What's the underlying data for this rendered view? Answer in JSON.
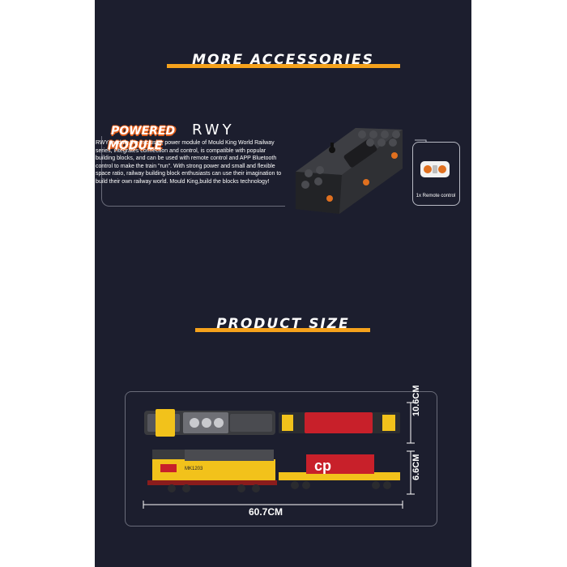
{
  "section1": {
    "heading": "MORE ACCESSORIES"
  },
  "badge": {
    "line1": "POWERED",
    "line2": "MODULE",
    "brand": "RWY"
  },
  "description": "RWY module,the exclusive power module of Mould King World Railway series, integrates connection and control, is compatible with popular building blocks, and can be used with remote control and APP Bluetooth control to make the train \"run\". With strong power and small and flexible space ratio, railway building block enthusiasts can use their imagination to build their own railway world. Mould King,build the blocks technology!",
  "remote": {
    "label": "1x Remote control"
  },
  "section2": {
    "heading": "PRODUCT SIZE"
  },
  "dimensions": {
    "height_top": "10.6CM",
    "height_bottom": "6.6CM",
    "width": "60.7CM"
  },
  "locomotive": {
    "number": "MK1203"
  },
  "colors": {
    "panel": "#1c1e2e",
    "accent": "#f5a21c",
    "badge_outline": "#e45d1a",
    "locomotive_yellow": "#f2c21b",
    "boxcar_red": "#c8202a"
  }
}
